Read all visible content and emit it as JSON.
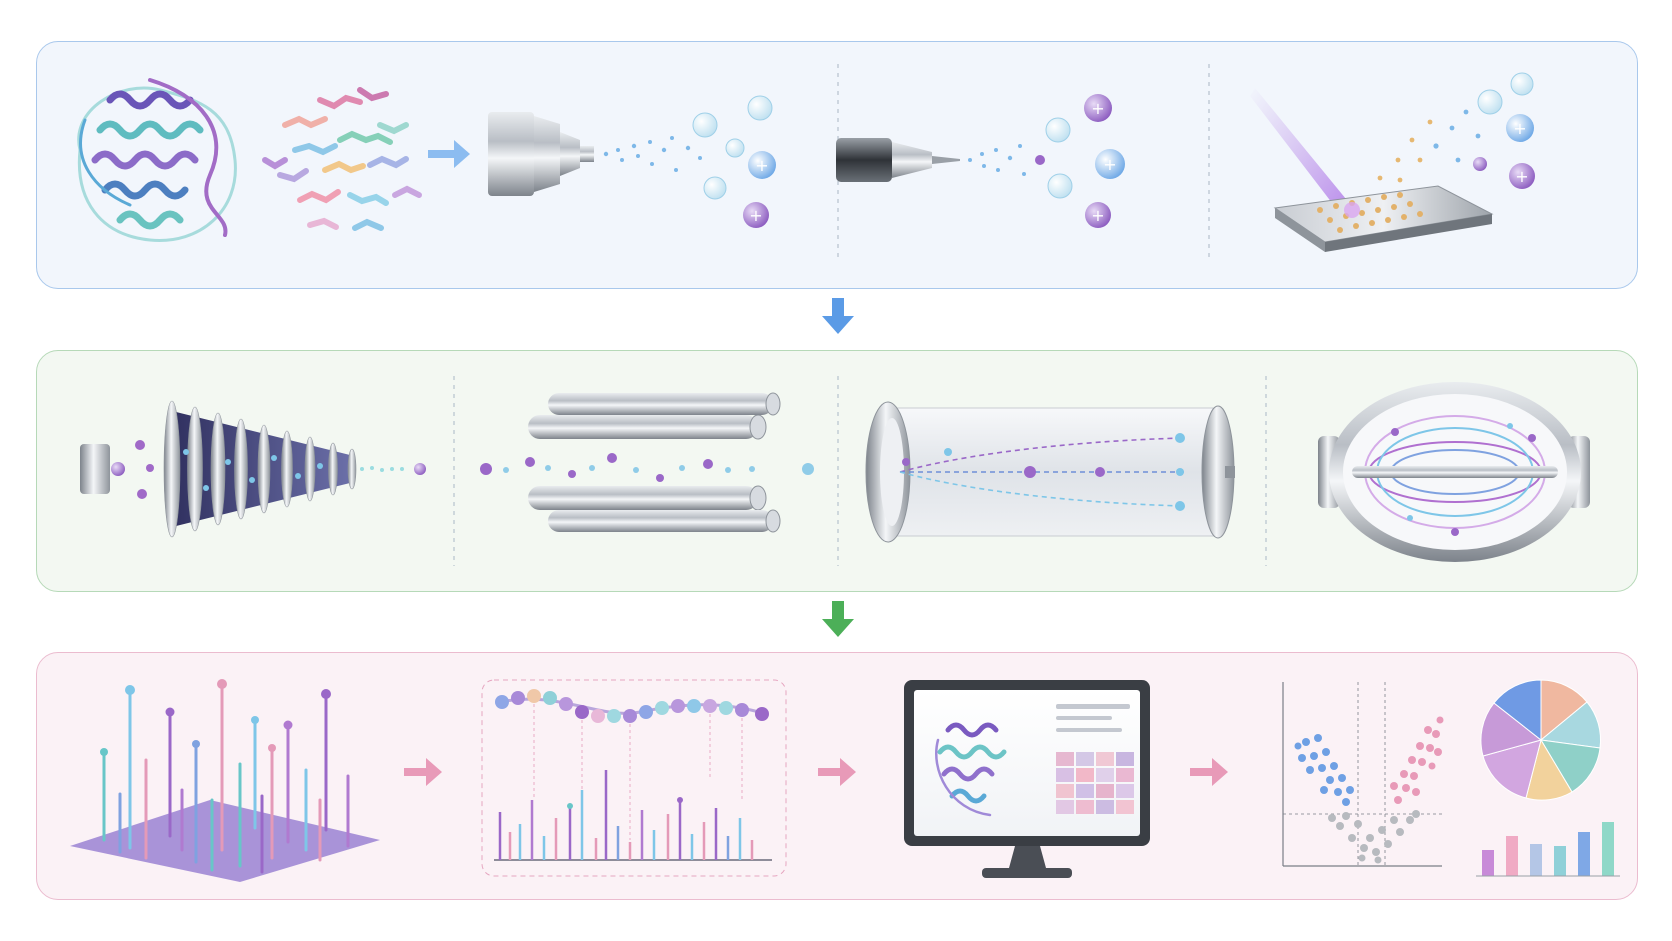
{
  "colors": {
    "ionization_panel_border": "#a9c8ec",
    "ionization_panel_fill": "#f2f6fc",
    "analyzer_panel_border": "#b6d9b8",
    "analyzer_panel_fill": "#f3f8f2",
    "data_panel_border": "#ebbccf",
    "data_panel_fill": "#fbf2f6",
    "arrow_blue": "#5b9be6",
    "arrow_green": "#4caf58",
    "arrow_pink": "#e89ab8",
    "ion_purple": "#9a68c8",
    "ion_blue": "#7bb4ea",
    "ion_teal": "#68c6c8",
    "metal_grey": "#a6abb2"
  },
  "stages": [
    {
      "name": "ionization",
      "icons": [
        "protein-structure-icon",
        "peptide-mixture-icon",
        "electrospray-source-icon",
        "nanospray-emitter-icon",
        "maldi-laser-plate-icon"
      ]
    },
    {
      "name": "mass-analyzer",
      "icons": [
        "ion-funnel-icon",
        "quadrupole-rods-icon",
        "time-of-flight-tube-icon",
        "orbitrap-icon"
      ]
    },
    {
      "name": "data-analysis",
      "icons": [
        "3d-spectra-landscape-icon",
        "peptide-sequence-spectrum-icon",
        "protein-viewer-monitor-icon",
        "volcano-plot-icon",
        "pie-chart-icon",
        "bar-chart-icon"
      ]
    }
  ]
}
